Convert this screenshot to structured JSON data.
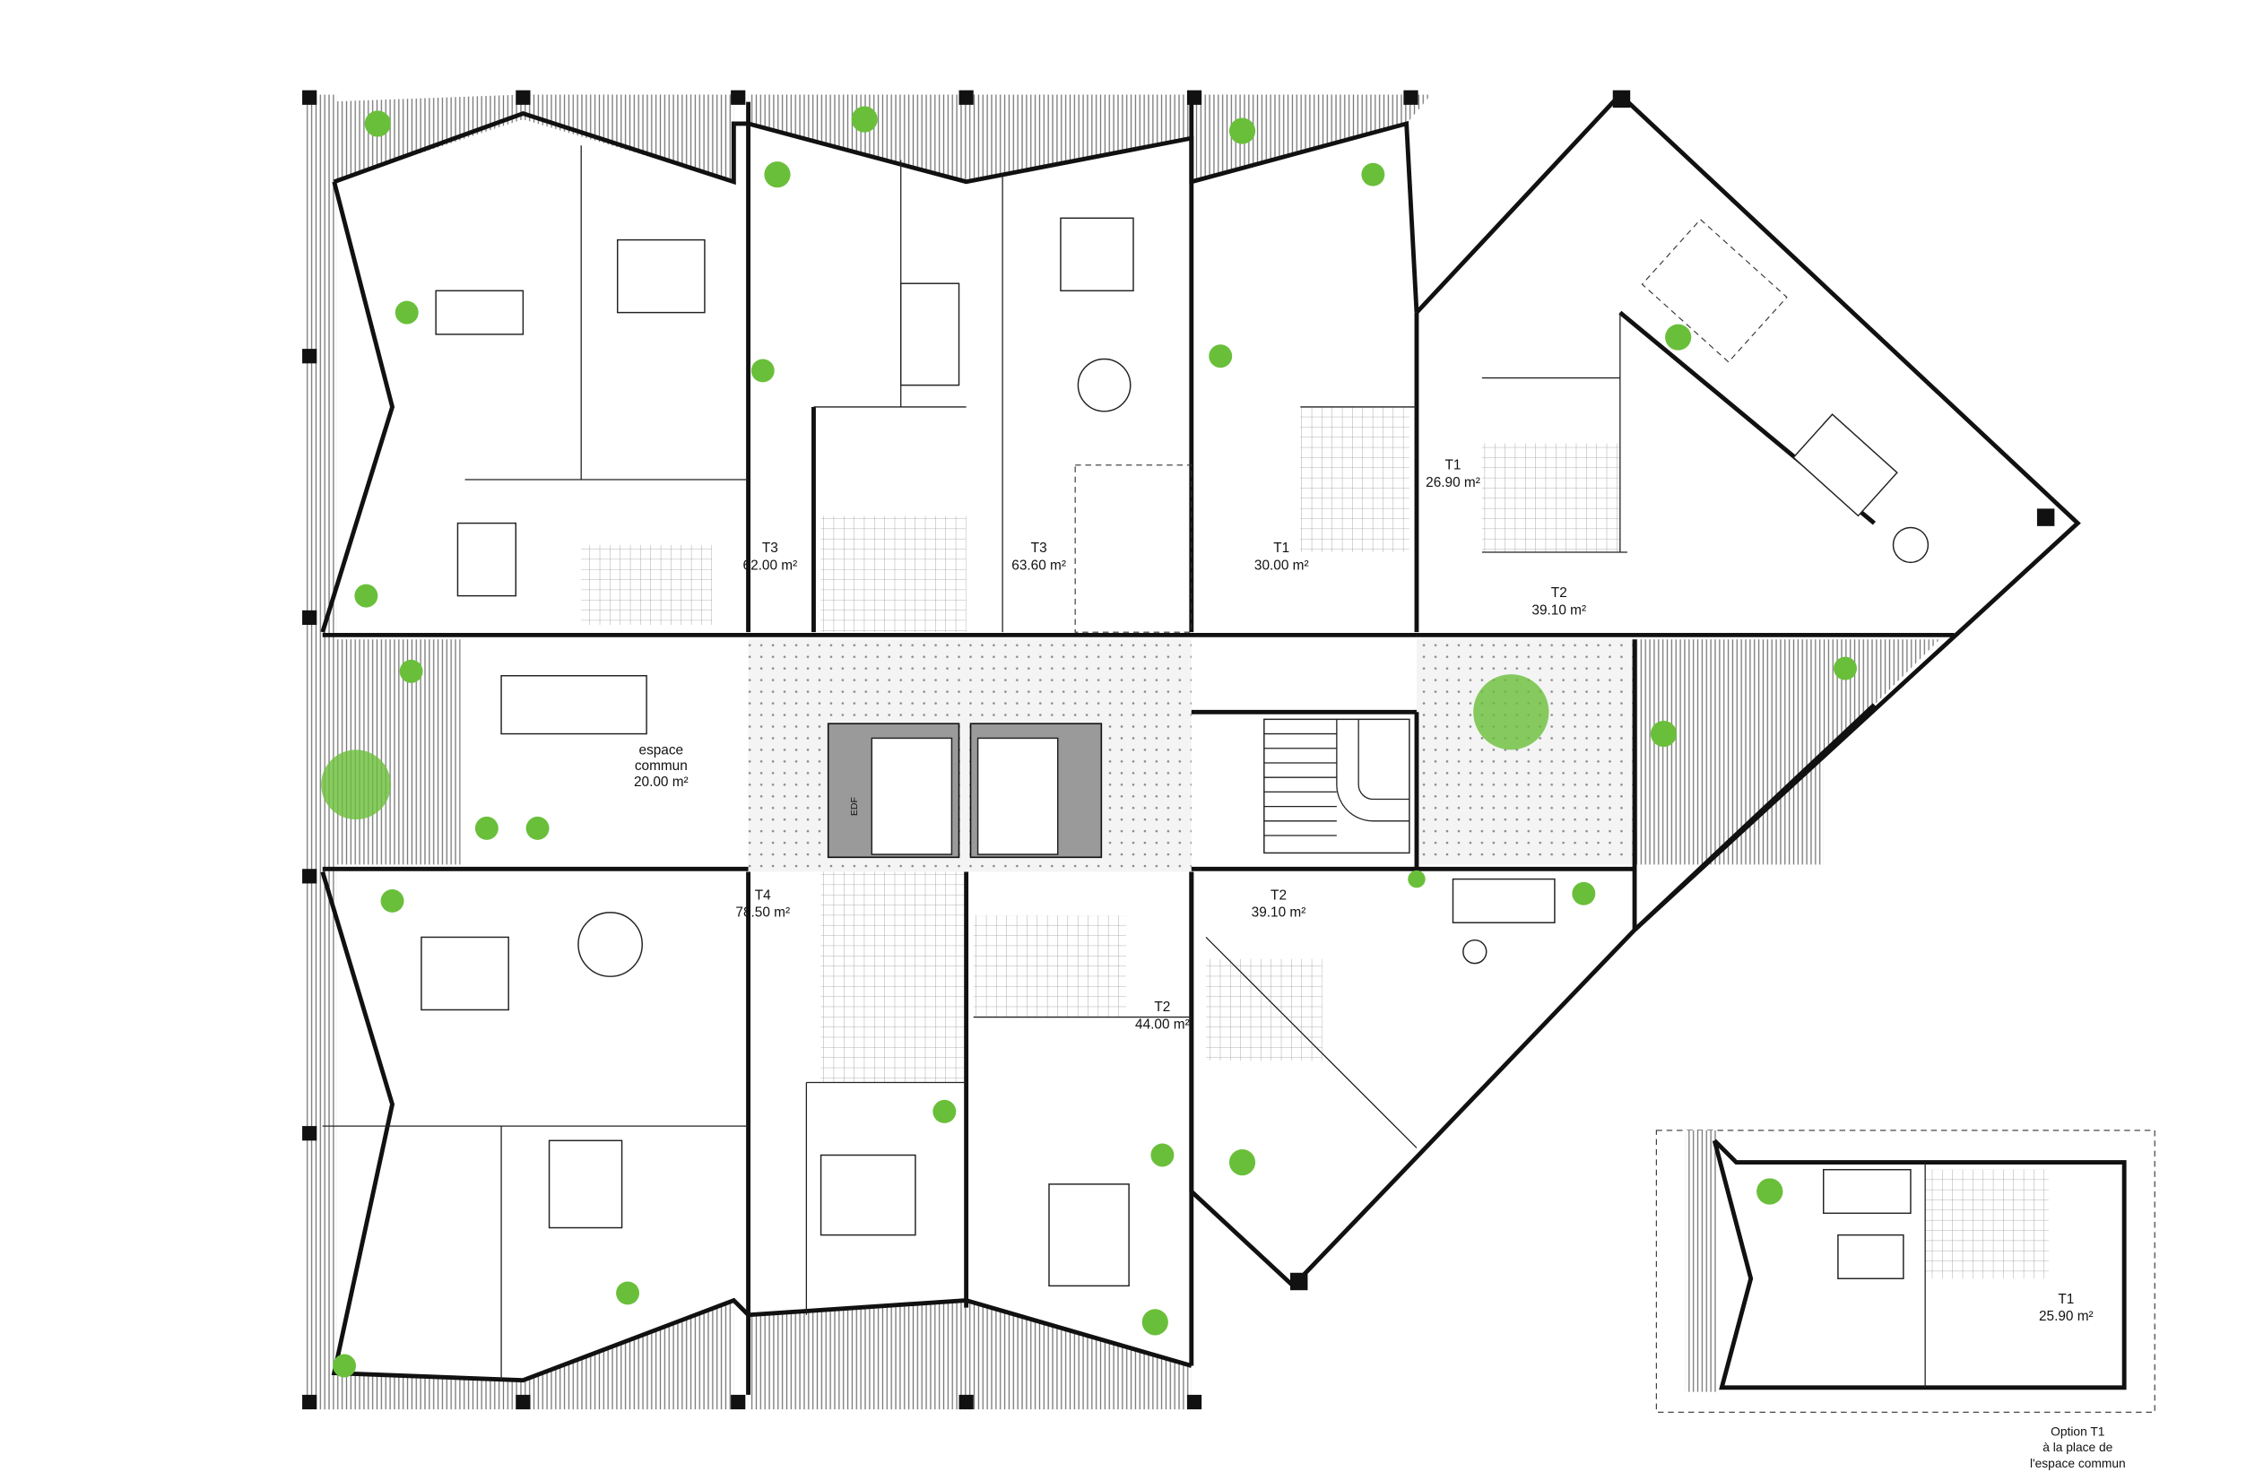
{
  "plan": {
    "units": [
      {
        "type": "T3",
        "area": "62.00 m²"
      },
      {
        "type": "T3",
        "area": "63.60 m²"
      },
      {
        "type": "T1",
        "area": "30.00 m²"
      },
      {
        "type": "T1",
        "area": "26.90 m²"
      },
      {
        "type": "T2",
        "area": "39.10 m²"
      },
      {
        "type": "T4",
        "area": "78.50 m²"
      },
      {
        "type": "T2",
        "area": "39.10 m²"
      },
      {
        "type": "T2",
        "area": "44.00 m²"
      }
    ],
    "common": {
      "line1": "espace",
      "line2": "commun",
      "area": "20.00 m²"
    },
    "core": {
      "edf": "EDF"
    },
    "option": {
      "unit_type": "T1",
      "unit_area": "25.90 m²",
      "caption_line1": "Option T1",
      "caption_line2": "à la place de",
      "caption_line3": "l'espace commun"
    },
    "colors": {
      "plant": "#6abf3a",
      "wall": "#111111",
      "core": "#9a9a9a"
    }
  }
}
